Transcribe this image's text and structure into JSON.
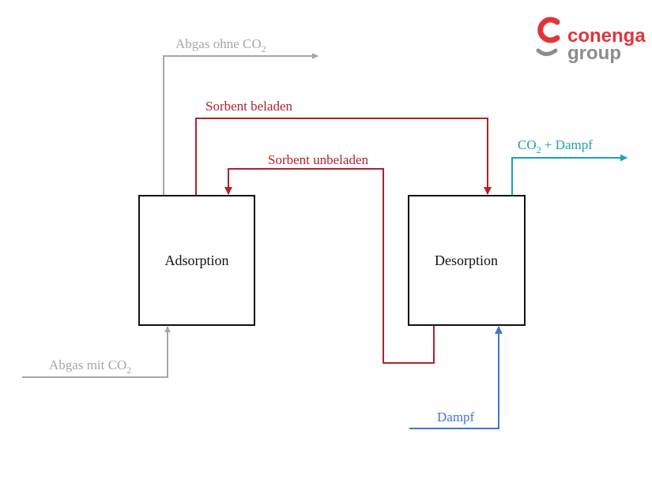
{
  "colors": {
    "gray": "#a6a6a6",
    "red": "#b3202b",
    "teal": "#1aa3b3",
    "blue": "#4472dc",
    "box_stroke": "#111111",
    "logo_red": "#e2343a",
    "logo_gray": "#8c8c8c"
  },
  "boxes": {
    "adsorption": "Adsorption",
    "desorption": "Desorption"
  },
  "flows": {
    "exhaust_out": {
      "main": "Abgas ohne CO",
      "sub": "2"
    },
    "exhaust_in": {
      "main": "Abgas mit CO",
      "sub": "2"
    },
    "sorbent_loaded": "Sorbent beladen",
    "sorbent_unloaded": "Sorbent unbeladen",
    "co2_steam": {
      "pre": "CO",
      "sub": "2",
      "post": " + Dampf"
    },
    "steam_in": "Dampf"
  },
  "logo": {
    "line1": "conenga",
    "line2": "group"
  }
}
